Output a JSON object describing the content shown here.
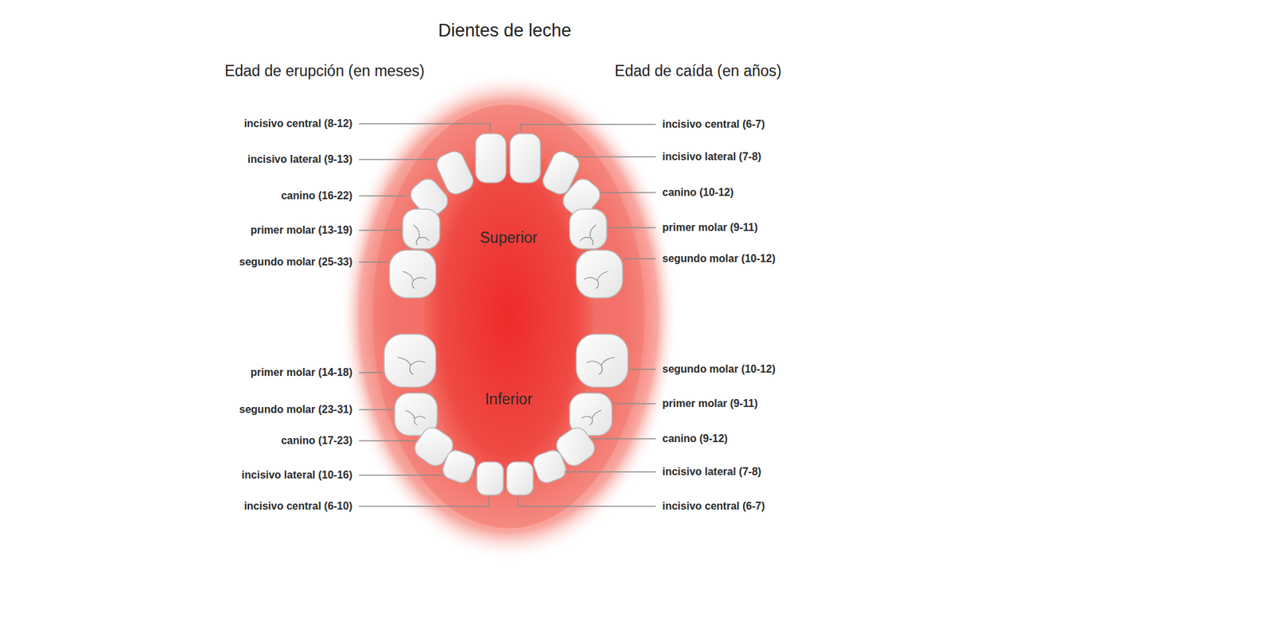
{
  "diagram": {
    "title": "Dientes de leche",
    "labels": [
      "Edad de erupción (en meses)",
      "Edad de caída (en años)",
      "incisivo central (8-12)",
      "incisivo lateral (9-13)",
      "canino (16-22)",
      "primer molar (13-19)",
      "segundo molar (25-33)",
      "primer molar (14-18)",
      "segundo molar (23-31)",
      "canino (17-23)",
      "incisivo lateral (10-16)",
      "incisivo central (6-10)",
      "incisivo central (6-7)",
      "incisivo lateral (7-8)",
      "canino (10-12)",
      "primer molar (9-11)",
      "segundo molar (10-12)",
      "segundo molar (10-12)",
      "primer molar (9-11)",
      "canino (9-12)",
      "incisivo lateral (7-8)",
      "incisivo central (6-7)",
      "Superior",
      "Inferior"
    ]
  }
}
